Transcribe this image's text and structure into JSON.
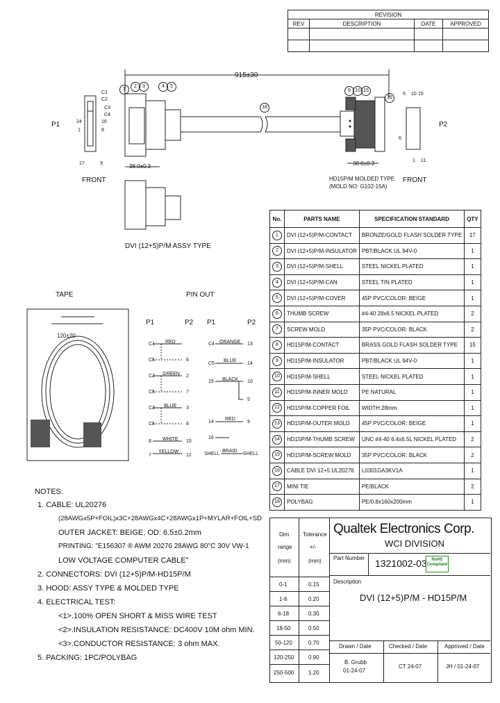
{
  "revision": {
    "title": "REVISION",
    "headers": [
      "REV",
      "DESCRIPTION",
      "DATE",
      "APPROVED"
    ]
  },
  "drawing": {
    "dimension_length": "915±30",
    "dimension_p1": "38.0±0.3",
    "dimension_p2": "38.0±0.3",
    "p1_label": "P1",
    "p2_label": "P2",
    "front_left": "FRONT",
    "front_right": "FRONT",
    "dvi_type": "DVI (12+5)P/M ASSY TYPE",
    "hd_type": "HD15P/M MOLDED TYPE",
    "hd_mold": "(MOLD NO: G102-15A)",
    "p1_pins": [
      "C1",
      "C2",
      "C3",
      "C4",
      "16",
      "24",
      "8",
      "1",
      "17",
      "9"
    ],
    "p2_pins": [
      "5",
      "10",
      "15",
      "6",
      "1",
      "11"
    ],
    "tape_label": "TAPE",
    "coil_dim": "120±20",
    "balloons_left": [
      "1",
      "2",
      "3",
      "4",
      "5"
    ],
    "balloons_right": [
      "9",
      "10",
      "15",
      "16"
    ],
    "cable_balloon": "18"
  },
  "pinout": {
    "title": "PIN OUT",
    "col_p1": "P1",
    "col_p2": "P2",
    "left": [
      {
        "a": "C1",
        "b": "",
        "color": "RED"
      },
      {
        "a": "C5",
        "b": "6",
        "color": ""
      },
      {
        "a": "C2",
        "b": "2",
        "color": "GREEN"
      },
      {
        "a": "C5",
        "b": "7",
        "color": ""
      },
      {
        "a": "C3",
        "b": "3",
        "color": "BLUE"
      },
      {
        "a": "C5",
        "b": "8",
        "color": ""
      },
      {
        "a": "8",
        "b": "15",
        "color": "WHITE"
      },
      {
        "a": "7",
        "b": "12",
        "color": "YELLOW"
      }
    ],
    "right": [
      {
        "a": "C4",
        "b": "13",
        "color": "ORANGE"
      },
      {
        "a": "C5",
        "b": "14",
        "color": "BLUE"
      },
      {
        "a": "15",
        "b": "10",
        "color": "BLACK"
      },
      {
        "a": "",
        "b": "5",
        "color": ""
      },
      {
        "a": "14",
        "b": "9",
        "color": "RED"
      },
      {
        "a": "16",
        "b": "",
        "color": ""
      },
      {
        "a": "SHELL",
        "b": "SHELL",
        "color": "BRAID"
      }
    ]
  },
  "parts": {
    "headers": [
      "No.",
      "PARTS NAME",
      "SPECIFICATION STANDARD",
      "QTY"
    ],
    "rows": [
      {
        "no": "1",
        "name": "DVI (12+5)P/M-CONTACT",
        "spec": "BRONZE/GOLD FLASH SOLDER TYPE",
        "qty": "17"
      },
      {
        "no": "2",
        "name": "DVI (12+5)P/M-INSULATOR",
        "spec": "PBT/BLACK UL 94V-0",
        "qty": "1"
      },
      {
        "no": "3",
        "name": "DVI (12+5)P/M-SHELL",
        "spec": "STEEL NICKEL PLATED",
        "qty": "1"
      },
      {
        "no": "4",
        "name": "DVI (12+5)P/M-CAN",
        "spec": "STEEL TIN PLATED",
        "qty": "1"
      },
      {
        "no": "5",
        "name": "DVI (12+5)P/M-COVER",
        "spec": "45P PVC/COLOR: BEIGE",
        "qty": "1"
      },
      {
        "no": "6",
        "name": "THUMB SCREW",
        "spec": "#4-40 28x6.5 NICKEL PLATED",
        "qty": "2"
      },
      {
        "no": "7",
        "name": "SCREW MOLD",
        "spec": "35P PVC/COLOR: BLACK",
        "qty": "2"
      },
      {
        "no": "8",
        "name": "HD15P/M-CONTACT",
        "spec": "BRASS GOLD FLASH SOLDER TYPE",
        "qty": "15"
      },
      {
        "no": "9",
        "name": "HD15P/M-INSULATOR",
        "spec": "PBT/BLACK UL 94V-0",
        "qty": "1"
      },
      {
        "no": "10",
        "name": "HD15P/M-SHELL",
        "spec": "STEEL NICKEL PLATED",
        "qty": "1"
      },
      {
        "no": "11",
        "name": "HD15P/M-INNER MOLD",
        "spec": "PE NATURAL",
        "qty": "1"
      },
      {
        "no": "12",
        "name": "HD15P/M-COPPER FOIL",
        "spec": "WIDTH 28mm",
        "qty": "1"
      },
      {
        "no": "13",
        "name": "HD15P/M-OUTER MOLD",
        "spec": "45P PVC/COLOR: BEIGE",
        "qty": "1"
      },
      {
        "no": "14",
        "name": "HD15P/M-THUMB SCREW",
        "spec": "UNC #4-40 6.4x6.5L NICKEL PLATED",
        "qty": "2"
      },
      {
        "no": "15",
        "name": "HD15P/M-SCREW MOLD",
        "spec": "35P PVC/COLOR: BLACK",
        "qty": "2"
      },
      {
        "no": "16",
        "name": "CABLE DVI 12+5 UL20276",
        "spec": "L0301GA3KV1A",
        "qty": "1"
      },
      {
        "no": "17",
        "name": "MINI TIE",
        "spec": "PE/BLACK",
        "qty": "2"
      },
      {
        "no": "18",
        "name": "POLYBAG",
        "spec": "PE/0.8x160x200mm",
        "qty": "1"
      }
    ]
  },
  "notes": {
    "title": "NOTES:",
    "lines": [
      "1. CABLE: UL20276",
      "(28AWGx5P+FOIL)x3C+28AWGx4C+28AWGx1P+MYLAR+FOIL+SD",
      "OUTER JACKET: BEIGE, OD: 6.5±0.2mm",
      "PRINTING: \"E156307 ® AWM 20276 28AWG 80°C 30V VW-1",
      "LOW VOLTAGE COMPUTER CABLE\"",
      "2. CONNECTORS: DVI (12+5)P/M-HD15P/M",
      "3. HOOD: ASSY TYPE & MOLDED TYPE",
      "4. ELECTRICAL TEST:",
      "<1>.100% OPEN SHORT & MISS WIRE TEST",
      "<2>.INSULATION RESISTANCE: DC400V 10M ohm MIN.",
      "<3>.CONDUCTOR RESISTANCE: 3 ohm MAX.",
      "5. PACKING: 1PC/POLYBAG"
    ]
  },
  "tolerance": {
    "h1": [
      "Dim",
      "range",
      "(mm)"
    ],
    "h2": [
      "Tolerance",
      "+/-",
      "(mm)"
    ],
    "rows": [
      [
        "0-1",
        "0.15"
      ],
      [
        "1-6",
        "0.20"
      ],
      [
        "6-18",
        "0.30"
      ],
      [
        "18-50",
        "0.50"
      ],
      [
        "50-120",
        "0.70"
      ],
      [
        "120-250",
        "0.90"
      ],
      [
        "250-500",
        "1.20"
      ]
    ]
  },
  "title_block": {
    "company": "Qualtek Electronics Corp.",
    "division": "WCI DIVISION",
    "part_label": "Part Number",
    "part_number": "1321002-03",
    "rohs_line1": "RoHS",
    "rohs_line2": "Compliant",
    "desc_label": "Description",
    "description": "DVI (12+5)P/M - HD15P/M",
    "drawn_label": "Drawn / Date",
    "checked_label": "Checked / Date",
    "approved_label": "Approved / Date",
    "drawn_by": "B. Grubb",
    "drawn_date": "01-24-07",
    "checked": "CT 24-07",
    "approved": "JH / 01-24-07"
  }
}
